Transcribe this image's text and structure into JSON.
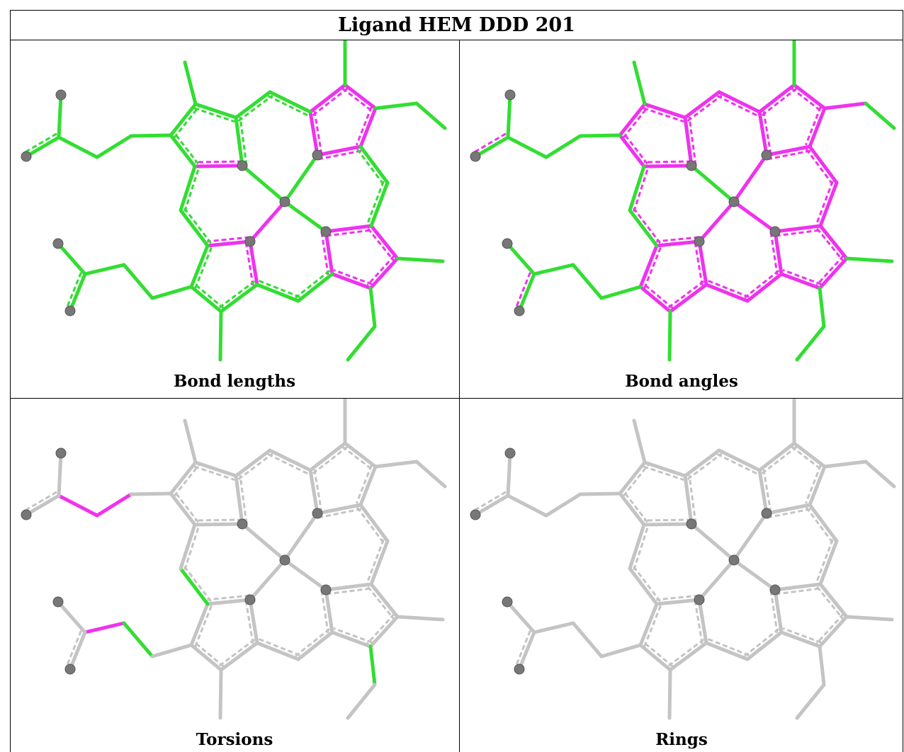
{
  "title": "Ligand HEM DDD 201",
  "colors": {
    "good": "#33dd33",
    "outlier": "#ee33ee",
    "neutral": "#c4c4c4",
    "atom": "#777777"
  },
  "panels": [
    {
      "caption": "Bond lengths",
      "default_color": "good",
      "highlight": {
        "outlier": [
          3,
          4,
          5,
          6,
          7,
          8,
          9,
          10,
          11,
          12,
          13,
          14,
          15,
          16
        ]
      },
      "dashed_color": "good"
    },
    {
      "caption": "Bond angles",
      "default_color": "good",
      "highlight": {
        "outlier": [
          1,
          2,
          3,
          4,
          5,
          6,
          7,
          8,
          9,
          10,
          11,
          12,
          13,
          14,
          15,
          16,
          17,
          18,
          19,
          20,
          21,
          22,
          23,
          24,
          25,
          26,
          27,
          28,
          29,
          30
        ]
      },
      "dashed_color": "outlier"
    },
    {
      "caption": "Torsions",
      "default_color": "neutral",
      "highlight": {
        "outlier": [
          31,
          32,
          33
        ],
        "good": [
          34,
          35,
          36
        ]
      },
      "dashed_color": "neutral"
    },
    {
      "caption": "Rings",
      "default_color": "neutral",
      "highlight": {},
      "dashed_color": "neutral"
    }
  ]
}
